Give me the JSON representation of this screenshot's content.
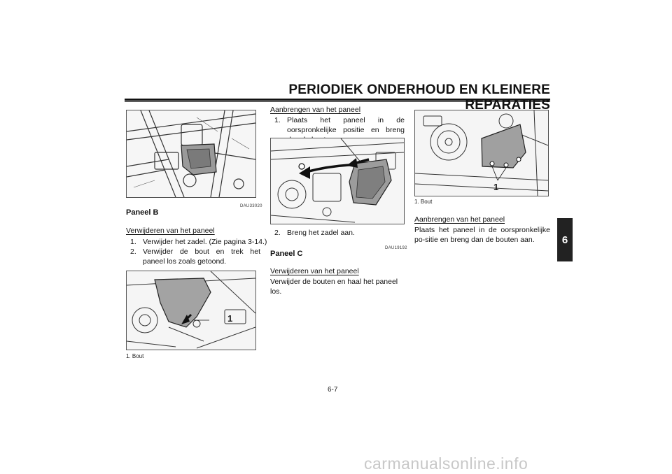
{
  "header": {
    "title": "PERIODIEK ONDERHOUD EN KLEINERE REPARATIES"
  },
  "chapter_tab": "6",
  "col1": {
    "code": "DAU33020",
    "heading": "Paneel B",
    "sub": "Verwijderen van het paneel",
    "steps": [
      {
        "n": "1.",
        "text": "Verwijder het zadel. (Zie pagina 3-14.)"
      },
      {
        "n": "2.",
        "text": "Verwijder de bout en trek het paneel los zoals getoond."
      }
    ],
    "figure_label": "1",
    "caption": "1.  Bout"
  },
  "col2": {
    "sub1": "Aanbrengen van het paneel",
    "steps": [
      {
        "n": "1.",
        "text": "Plaats het paneel in de oorspronkelijke positie en breng dan de bout aan."
      },
      {
        "n": "2.",
        "text": "Breng het zadel aan."
      }
    ],
    "code": "DAU19192",
    "heading": "Paneel C",
    "sub2": "Verwijderen van het paneel",
    "para": "Verwijder de bouten en haal het paneel los."
  },
  "col3": {
    "figure_label": "1",
    "caption": "1.  Bout",
    "sub": "Aanbrengen van het paneel",
    "para": "Plaats het paneel in de oorspronkelijke po-sitie en breng dan de bouten aan."
  },
  "page_number": "6-7",
  "watermark": "carmanualsonline.info"
}
